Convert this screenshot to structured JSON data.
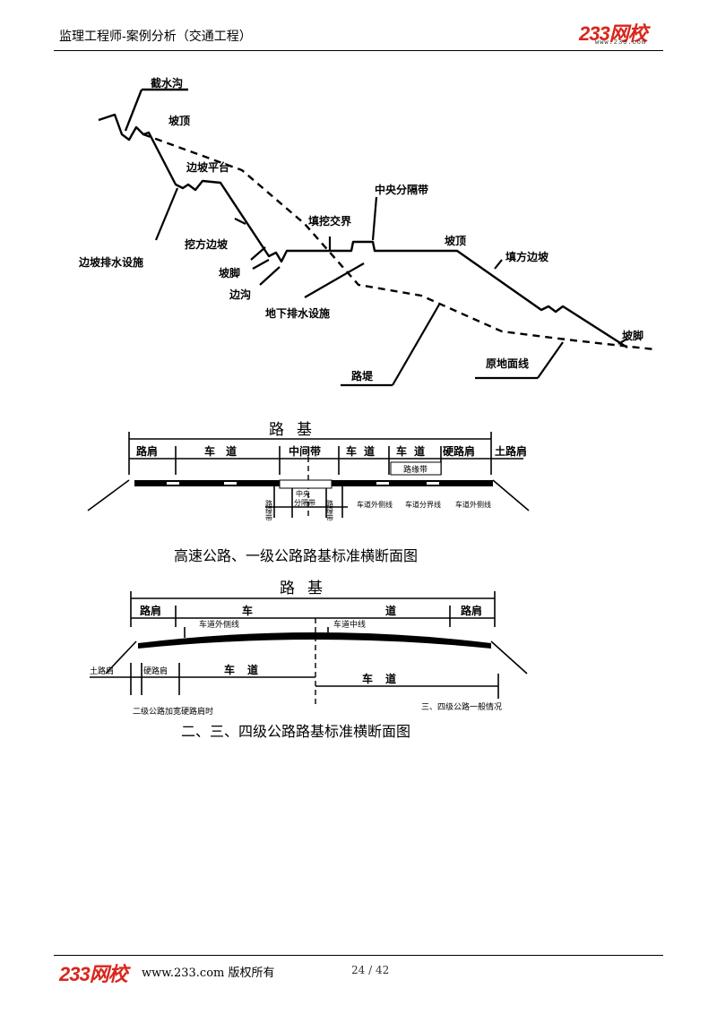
{
  "header": {
    "title": "监理工程师-案例分析（交通工程）",
    "logo": "233网校",
    "logo_sub": "www.233.com"
  },
  "figure1": {
    "labels": {
      "jieshuigou": "截水沟",
      "poding_left": "坡顶",
      "bianpo_pingtai": "边坡平台",
      "zhongyang_fengedai": "中央分隔带",
      "tianwa_jiaojie": "填挖交界",
      "poding_right": "坡顶",
      "tianfang_bianpo": "填方边坡",
      "bianpo_paishui": "边坡排水设施",
      "wafang_bianpo": "挖方边坡",
      "pojiao_left": "坡脚",
      "biangou": "边沟",
      "dixia_paishui": "地下排水设施",
      "pojiao_right": "坡脚",
      "yuandi_mianxian": "原地面线",
      "luti": "路堤"
    }
  },
  "figure2": {
    "title": "路基",
    "segments": {
      "lujian": "路肩",
      "chedao": "车道",
      "zhongjiandai": "中间带",
      "chedao2": "车道",
      "chedao3": "车道",
      "yinglujian": "硬路肩",
      "tulujian": "土路肩",
      "luyuandai": "路缘带"
    },
    "lower": {
      "zhongyang": "中央",
      "fengedai": "分隔带",
      "luyuandai_l": "路缘带",
      "luyuandai_r": "路缘带",
      "chedao_waice_l": "车道外侧线",
      "chedao_fenjie": "车道分界线",
      "chedao_waice_r": "车道外侧线"
    },
    "caption": "高速公路、一级公路路基标准横断面图"
  },
  "figure3": {
    "title": "路基",
    "segments": {
      "lujian_l": "路肩",
      "che": "车",
      "dao": "道",
      "lujian_r": "路肩"
    },
    "markers": {
      "chedao_waice": "车道外侧线",
      "chedao_zhong": "车道中线"
    },
    "lower": {
      "tulujian": "土路肩",
      "yinglujian": "硬路肩",
      "chedao_a": "车道",
      "chedao_b": "车道",
      "note_left": "二级公路加宽硬路肩时",
      "note_right": "三、四级公路一般情况"
    },
    "caption": "二、三、四级公路路基标准横断面图"
  },
  "footer": {
    "logo": "233网校",
    "site": "www.233.com 版权所有",
    "page": "24 / 42"
  }
}
